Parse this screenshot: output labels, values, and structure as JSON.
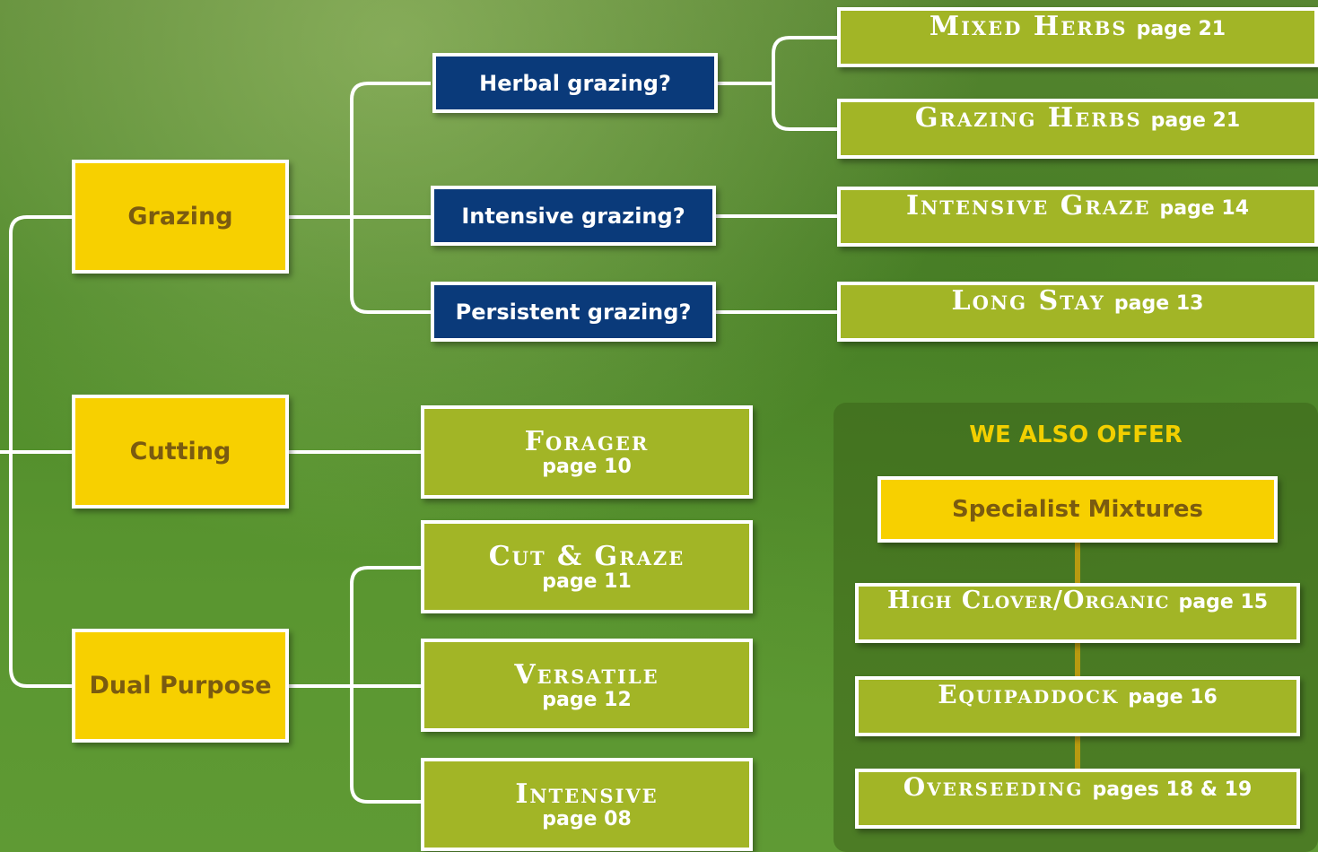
{
  "categories": {
    "grazing": "Grazing",
    "cutting": "Cutting",
    "dual_purpose": "Dual Purpose"
  },
  "questions": {
    "herbal": "Herbal grazing?",
    "intensive": "Intensive grazing?",
    "persistent": "Persistent grazing?"
  },
  "products": {
    "mixed_herbs": {
      "name": "Mixed Herbs",
      "page": "page 21"
    },
    "grazing_herbs": {
      "name": "Grazing Herbs",
      "page": "page 21"
    },
    "intensive_graze": {
      "name": "Intensive Graze",
      "page": "page 14"
    },
    "long_stay": {
      "name": "Long Stay",
      "page": "page 13"
    },
    "forager": {
      "name": "Forager",
      "page": "page 10"
    },
    "cut_graze": {
      "name": "Cut & Graze",
      "page": "page 11"
    },
    "versatile": {
      "name": "Versatile",
      "page": "page 12"
    },
    "intensive": {
      "name": "Intensive",
      "page": "page 08"
    }
  },
  "also_offer": {
    "title": "WE ALSO OFFER",
    "specialist": "Specialist Mixtures",
    "high_clover": {
      "name": "High Clover/Organic",
      "page": "page 15"
    },
    "equipaddock": {
      "name": "Equipaddock",
      "page": "page 16"
    },
    "overseeding": {
      "name": "Overseeding",
      "page": "pages 18 & 19"
    }
  },
  "colors": {
    "category_yellow": "#f7d000",
    "question_blue": "#0a3a7a",
    "product_green": "#a2b526",
    "connector": "#ffffff",
    "panel_title": "#f2cf00"
  }
}
